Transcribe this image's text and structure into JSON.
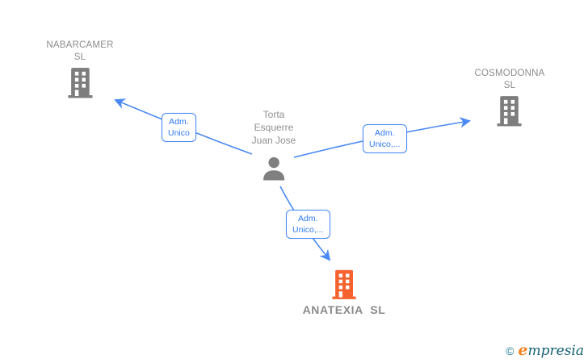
{
  "diagram": {
    "nodes": {
      "nabarcamer": {
        "name_lines": [
          "NABARCAMER",
          "SL"
        ],
        "type": "company",
        "icon": "building-icon",
        "icon_color": "#7d7d7d"
      },
      "cosmodonna": {
        "name_lines": [
          "COSMODONNA",
          "SL"
        ],
        "type": "company",
        "icon": "building-icon",
        "icon_color": "#7d7d7d"
      },
      "person": {
        "name_lines": [
          "Torta",
          "Esquerre",
          "Juan Jose"
        ],
        "type": "person",
        "icon": "person-icon",
        "icon_color": "#808080"
      },
      "anatexia": {
        "name": "ANATEXIA  SL",
        "type": "company",
        "icon": "building-icon",
        "icon_color": "#f5622e"
      }
    },
    "edges": {
      "person_to_nabarcamer": {
        "label_lines": [
          "Adm.",
          "Unico"
        ],
        "color": "#4b89f5",
        "direction": "person -> NABARCAMER SL"
      },
      "person_to_cosmodonna": {
        "label_lines": [
          "Adm.",
          "Unico,..."
        ],
        "color": "#4b89f5",
        "direction": "person -> COSMODONNA SL"
      },
      "person_to_anatexia": {
        "label_lines": [
          "Adm.",
          "Unico,..."
        ],
        "color": "#4b89f5",
        "direction": "person -> ANATEXIA SL"
      }
    }
  },
  "watermark": {
    "copyright_symbol": "©",
    "brand_first_letter": "e",
    "brand_rest": "mpresia",
    "brand_color_accent": "#f5821f",
    "brand_color_main": "#125e70"
  },
  "colors": {
    "edge_blue": "#4b89f5",
    "node_gray": "#7d7d7d",
    "text_gray": "#8c8c8c",
    "highlight_orange": "#f5622e",
    "background": "#ffffff"
  }
}
